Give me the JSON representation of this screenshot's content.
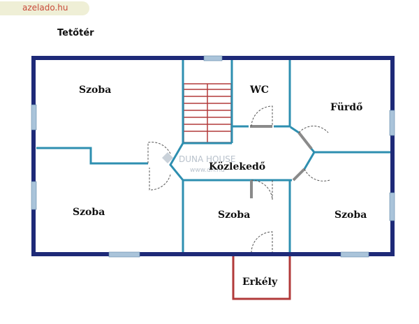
{
  "source": {
    "site": "azelado.hu"
  },
  "floor_title": "Tetőtér",
  "rooms": {
    "szoba_top_left": "Szoba",
    "wc": "WC",
    "furdo": "Fürdő",
    "kozlekedo": "Közlekedő",
    "szoba_bottom_left": "Szoba",
    "szoba_center": "Szoba",
    "szoba_right": "Szoba",
    "erkely": "Erkély"
  },
  "watermark": {
    "brand": "DUNA HOUSE",
    "url": "www.dh.hu"
  },
  "colors": {
    "outer_wall": "#1e2a78",
    "inner_wall": "#2e8fb0",
    "window": "#aac4da",
    "stairs": "#b23a3a",
    "balcony": "#b23a3a",
    "door_arc": "#555555"
  }
}
